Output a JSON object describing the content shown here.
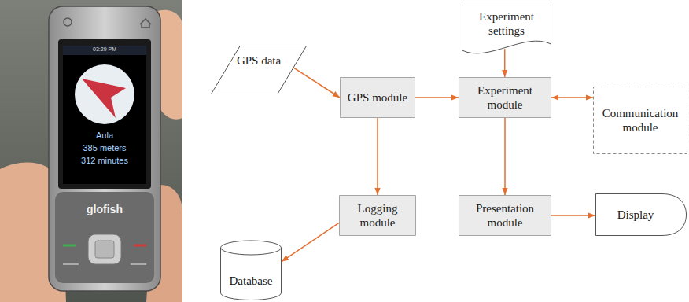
{
  "diagram": {
    "nodes": [
      {
        "text": [
          "Experiment settings"
        ]
      },
      {
        "text": [
          "GPS data"
        ]
      },
      {
        "text": [
          "GPS module"
        ]
      },
      {
        "text": [
          "Experiment module"
        ]
      },
      {
        "text": [
          "Communication module"
        ]
      },
      {
        "text": [
          "Logging module"
        ]
      },
      {
        "text": [
          "Presentation module"
        ]
      },
      {
        "text": [
          "Display"
        ]
      },
      {
        "text": [
          "Database"
        ]
      }
    ],
    "edges": [
      {
        "from": 1,
        "to": 2,
        "arrow": "to"
      },
      {
        "from": 0,
        "to": 3,
        "arrow": "to"
      },
      {
        "from": 2,
        "to": 3,
        "arrow": "to"
      },
      {
        "from": 3,
        "to": 4,
        "arrow": "both"
      },
      {
        "from": 2,
        "to": 5,
        "arrow": "to"
      },
      {
        "from": 3,
        "to": 6,
        "arrow": "to"
      },
      {
        "from": 6,
        "to": 7,
        "arrow": "to"
      },
      {
        "from": 5,
        "to": 8,
        "arrow": "to"
      }
    ],
    "labels": [
      "03:29 PM",
      "Aula",
      "385 meters",
      "312 minutes",
      "glofish"
    ]
  }
}
